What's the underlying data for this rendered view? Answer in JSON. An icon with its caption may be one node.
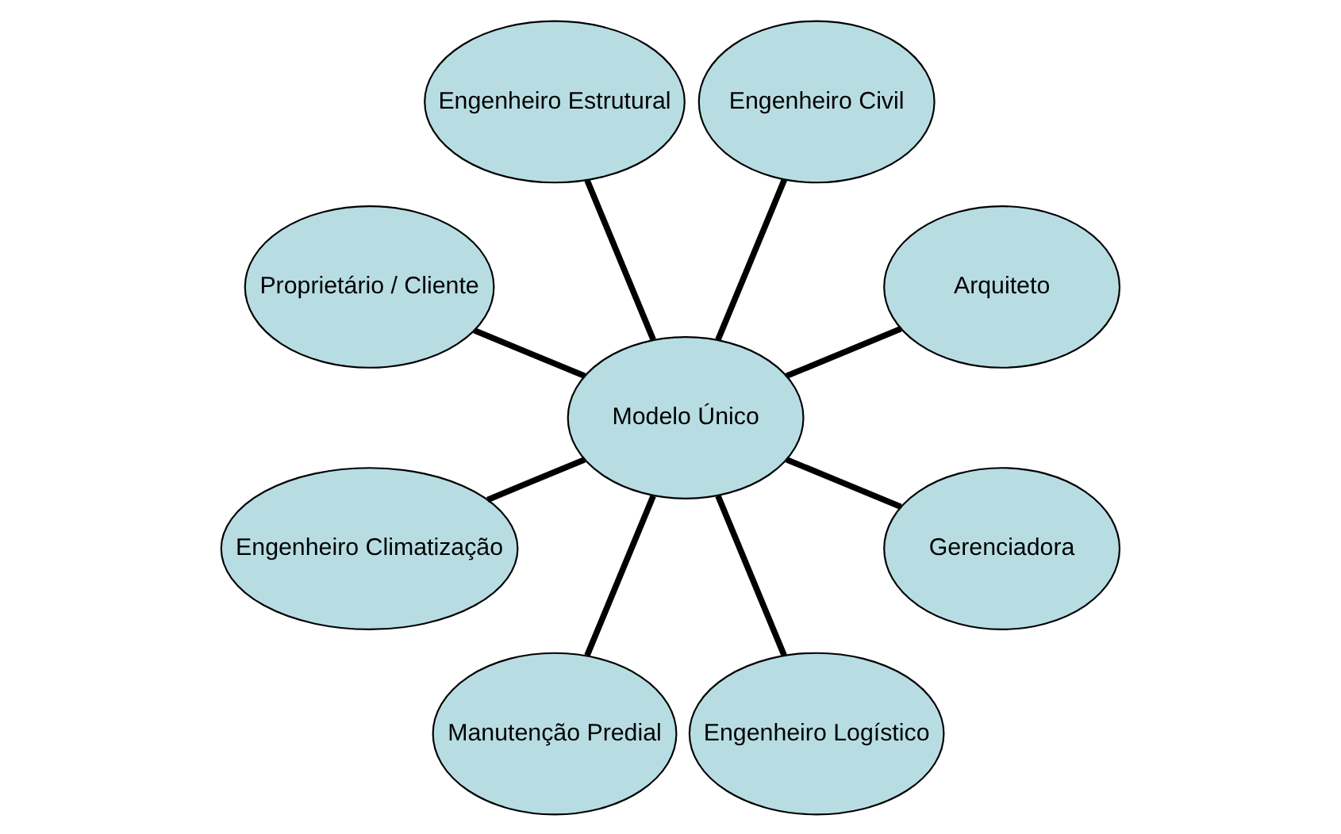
{
  "diagram": {
    "nodes": [
      {
        "text": [
          "Arquiteto"
        ]
      },
      {
        "text": [
          "Engenheiro Civil"
        ]
      },
      {
        "text": [
          "Engenheiro Estrutural"
        ]
      },
      {
        "text": [
          "Proprietário / Cliente"
        ]
      },
      {
        "text": [
          "Modelo Único"
        ]
      },
      {
        "text": [
          "Engenheiro Climatização"
        ]
      },
      {
        "text": [
          "Manutenção Predial"
        ]
      },
      {
        "text": [
          "Engenheiro Logístico"
        ]
      },
      {
        "text": [
          "Gerenciadora"
        ]
      }
    ],
    "edges": [
      {
        "from": 4,
        "to": 0,
        "arrow": "none"
      },
      {
        "from": 4,
        "to": 2,
        "arrow": "none"
      },
      {
        "from": 4,
        "to": 5,
        "arrow": "none"
      },
      {
        "from": 4,
        "to": 7,
        "arrow": "none"
      },
      {
        "from": 4,
        "to": 8,
        "arrow": "none"
      },
      {
        "from": 4,
        "to": 6,
        "arrow": "none"
      },
      {
        "from": 4,
        "to": 3,
        "arrow": "none"
      },
      {
        "from": 4,
        "to": 1,
        "arrow": "none"
      }
    ]
  }
}
